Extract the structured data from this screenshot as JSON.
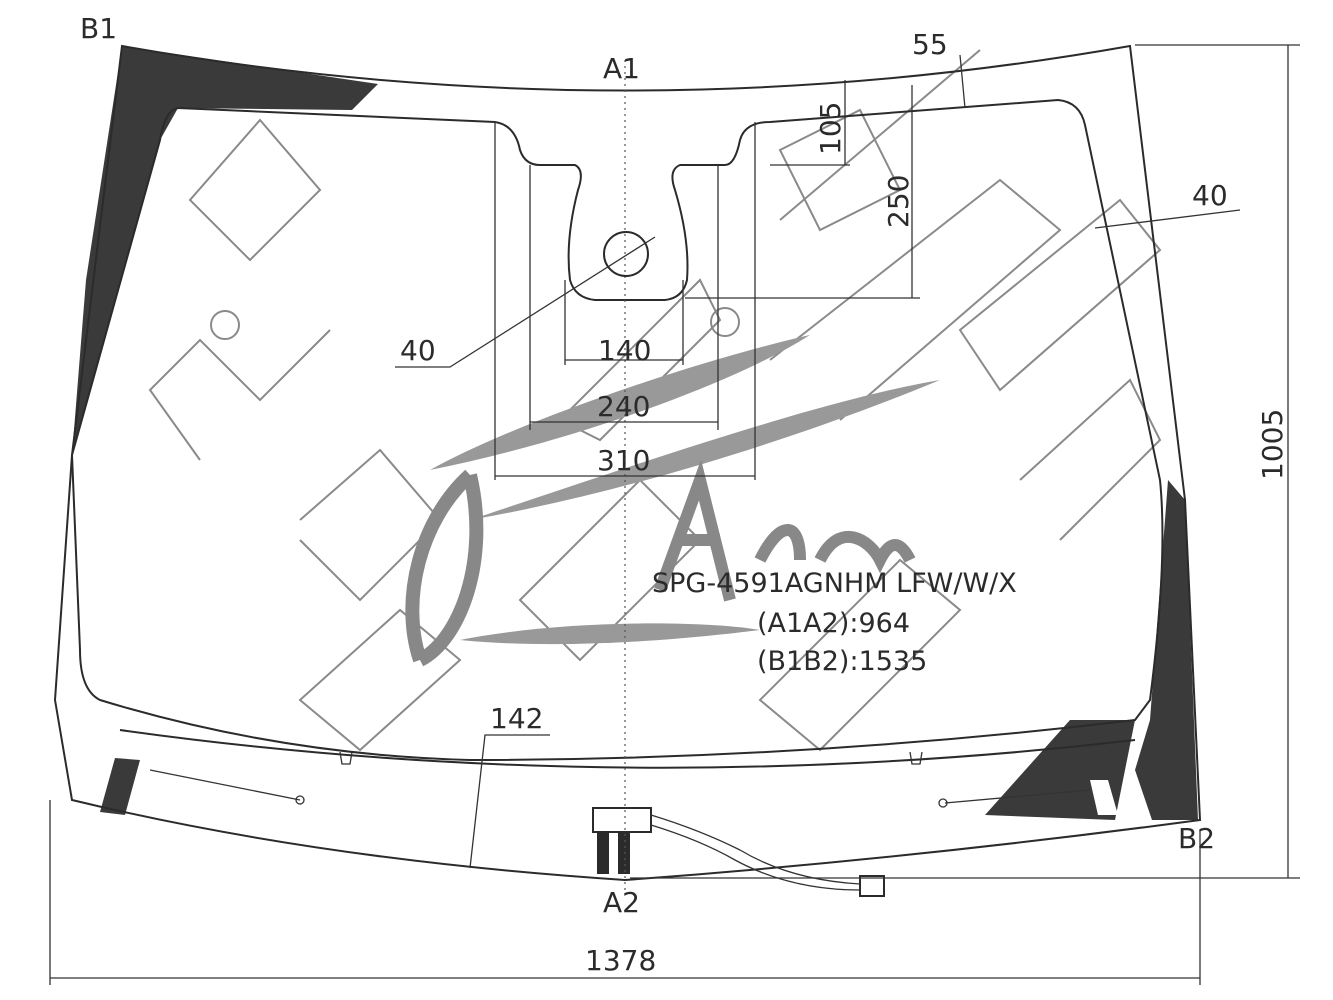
{
  "diagram": {
    "points": {
      "b1": "B1",
      "b2": "B2",
      "a1": "A1",
      "a2": "A2"
    },
    "dimensions": {
      "top_band": "55",
      "sensor_top": "105",
      "sensor_height": "250",
      "side_band": "40",
      "circle_diameter": "40",
      "width_140": "140",
      "width_240": "240",
      "width_310": "310",
      "bottom_band": "142",
      "overall_height": "1005",
      "overall_width": "1378"
    },
    "part_info": {
      "code": "SPG-4591AGNHM LFW/W/X",
      "a1a2": "(A1A2):964",
      "b1b2": "(B1B2):1535"
    },
    "watermark": "Jan Alma",
    "colors": {
      "ink": "#2b2b2b",
      "frit": "#3a3a3a",
      "watermark": "#8a8a8a"
    }
  }
}
